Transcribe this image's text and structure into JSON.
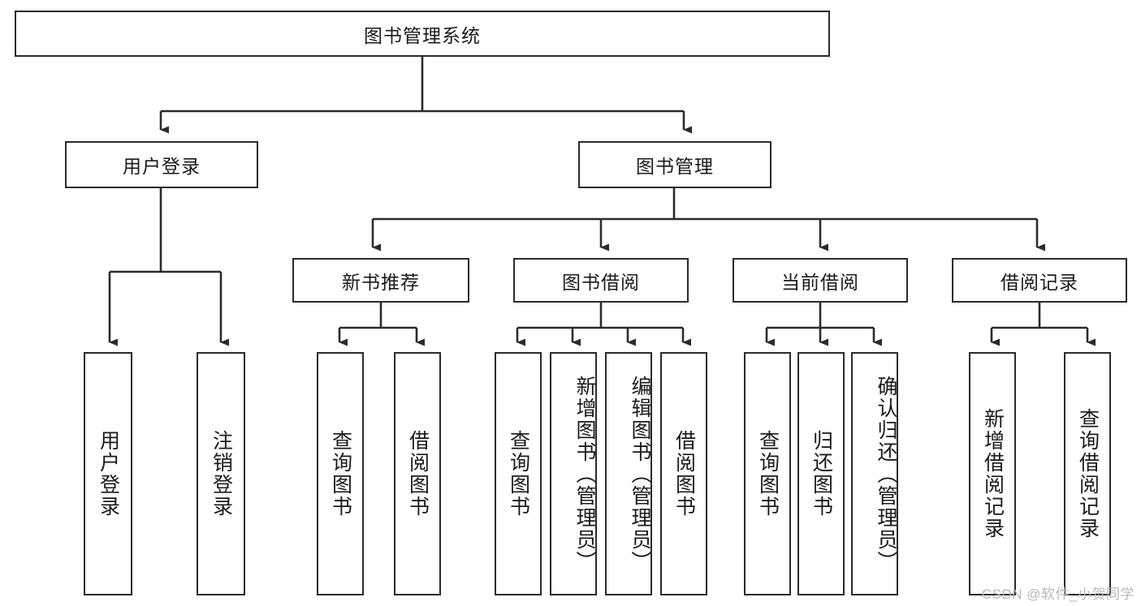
{
  "diagram": {
    "type": "tree-hierarchy-chart",
    "title": "图书管理系统",
    "colors": {
      "box_border": "#2b2b2b",
      "box_fill": "#ffffff",
      "connector": "#333333",
      "text": "#1a1a1a",
      "watermark": "#b9b9b9"
    },
    "root": {
      "label": "图书管理系统"
    },
    "level2": [
      {
        "label": "用户登录"
      },
      {
        "label": "图书管理"
      }
    ],
    "level3": [
      {
        "label": "新书推荐"
      },
      {
        "label": "图书借阅"
      },
      {
        "label": "当前借阅"
      },
      {
        "label": "借阅记录"
      }
    ],
    "leaves": {
      "user_login": [
        {
          "label": "用户登录"
        },
        {
          "label": "注销登录"
        }
      ],
      "new_book_recommend": [
        {
          "label": "查询图书"
        },
        {
          "label": "借阅图书"
        }
      ],
      "book_borrow": [
        {
          "label": "查询图书"
        },
        {
          "label": "新增图书（管理员）"
        },
        {
          "label": "编辑图书（管理员）"
        },
        {
          "label": "借阅图书"
        }
      ],
      "current_borrow": [
        {
          "label": "查询图书"
        },
        {
          "label": "归还图书"
        },
        {
          "label": "确认归还（管理员）"
        }
      ],
      "borrow_record": [
        {
          "label": "新增借阅记录"
        },
        {
          "label": "查询借阅记录"
        }
      ]
    },
    "watermark": "CSDN @软件_小贺同学"
  }
}
